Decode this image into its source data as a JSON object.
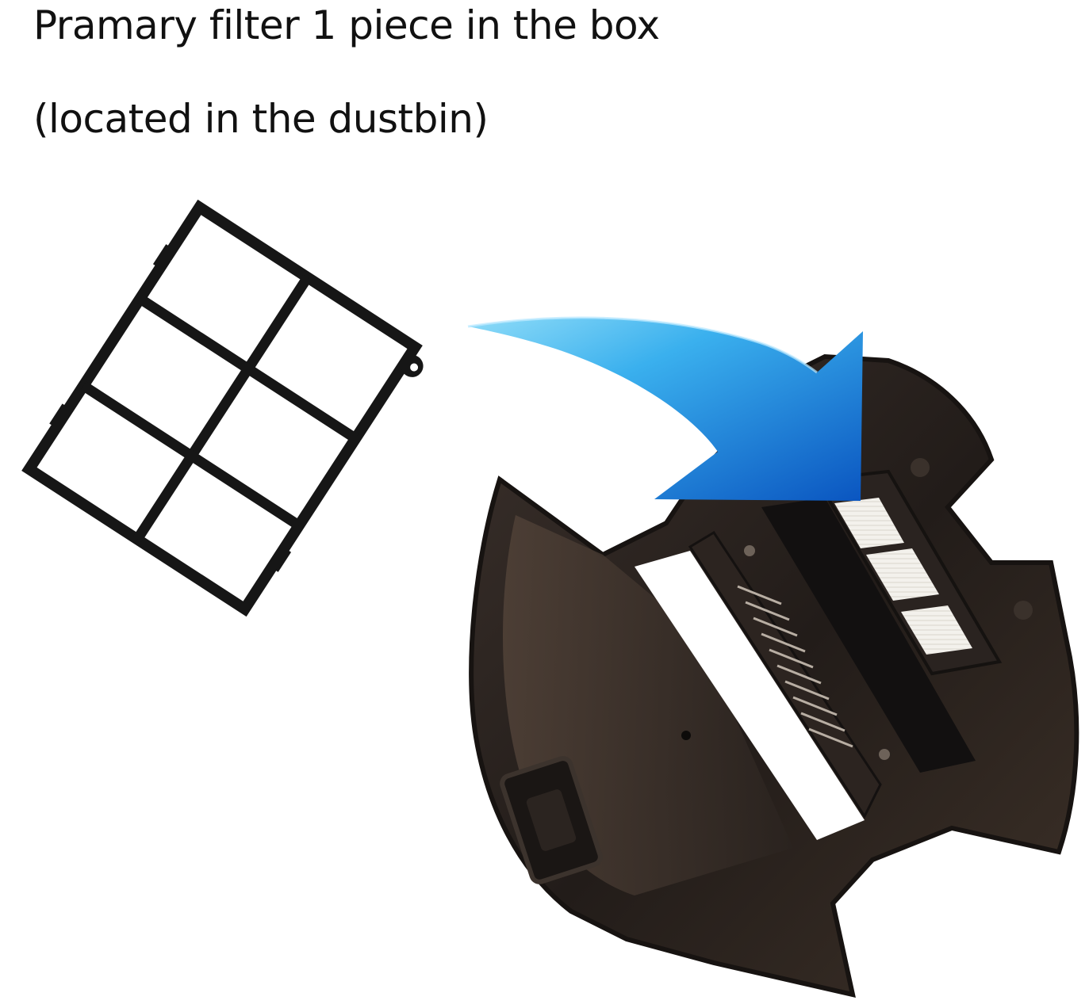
{
  "caption": {
    "line1": "Pramary filter 1 piece in the box",
    "line2": "(located in the dustbin)"
  },
  "illustration": {
    "items": [
      {
        "name": "primary-filter",
        "description_icon": "filter-frame-icon"
      },
      {
        "name": "arrow",
        "description_icon": "curved-arrow-icon"
      },
      {
        "name": "dustbin",
        "description_icon": "dustbin-icon"
      }
    ]
  },
  "colors": {
    "text": "#111111",
    "filter_frame": "#1a1a1a",
    "filter_media": "#ffffff",
    "arrow_light": "#7fd3f5",
    "arrow_dark": "#0a5fc4",
    "dustbin_body": "#2b2522",
    "dustbin_tint": "#5a4a3e",
    "hepa_media": "#f4f2ee"
  }
}
